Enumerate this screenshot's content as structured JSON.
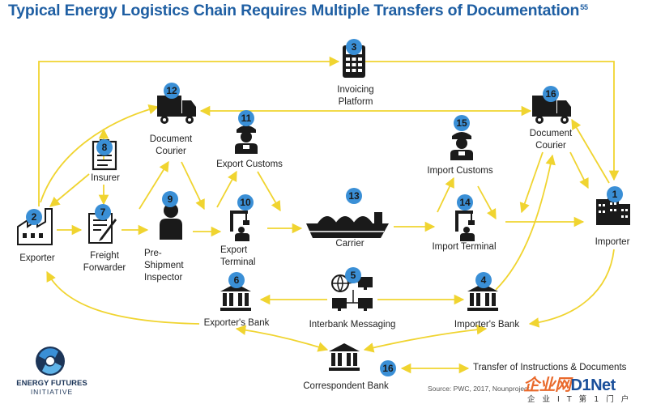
{
  "title": "Typical Energy Logistics Chain Requires Multiple Transfers of Documentation",
  "title_ref": "55",
  "colors": {
    "title": "#1f5fa3",
    "arrow": "#f0d430",
    "badge": "#3a8fd6",
    "icon": "#1a1a1a"
  },
  "nodes": [
    {
      "id": "exporter",
      "num": "2",
      "label": "Exporter",
      "icon": "factory-icon"
    },
    {
      "id": "insurer",
      "num": "8",
      "label": "Insurer",
      "icon": "clipboard-icon"
    },
    {
      "id": "freight",
      "num": "7",
      "label": "Freight Forwarder",
      "icon": "form-pen-icon"
    },
    {
      "id": "inspector",
      "num": "9",
      "label": "Pre-Shipment Inspector",
      "icon": "person-icon"
    },
    {
      "id": "courier-left",
      "num": "12",
      "label": "Document Courier",
      "icon": "truck-icon"
    },
    {
      "id": "export-customs",
      "num": "11",
      "label": "Export Customs",
      "icon": "officer-icon"
    },
    {
      "id": "export-terminal",
      "num": "10",
      "label": "Export Terminal",
      "icon": "crane-worker-icon"
    },
    {
      "id": "invoicing",
      "num": "3",
      "label": "Invoicing Platform",
      "icon": "calculator-icon"
    },
    {
      "id": "carrier",
      "num": "13",
      "label": "Carrier",
      "icon": "lng-ship-icon"
    },
    {
      "id": "interbank",
      "num": "5",
      "label": "Interbank Messaging",
      "icon": "network-icon"
    },
    {
      "id": "exporters-bank",
      "num": "6",
      "label": "Exporter's Bank",
      "icon": "bank-icon"
    },
    {
      "id": "importers-bank",
      "num": "4",
      "label": "Importer's Bank",
      "icon": "bank-icon"
    },
    {
      "id": "import-customs",
      "num": "15",
      "label": "Import Customs",
      "icon": "officer-icon"
    },
    {
      "id": "import-terminal",
      "num": "14",
      "label": "Import Terminal",
      "icon": "crane-worker-icon"
    },
    {
      "id": "courier-right",
      "num": "16",
      "label": "Document Courier",
      "icon": "truck-icon"
    },
    {
      "id": "importer",
      "num": "1",
      "label": "Importer",
      "icon": "buildings-icon"
    },
    {
      "id": "correspondent",
      "num": "16",
      "label": "Correspondent Bank",
      "icon": "bank-icon"
    }
  ],
  "legend": {
    "label": "Transfer of Instructions & Documents"
  },
  "source": "Source: PWC, 2017, Nounproject",
  "logo": {
    "line1": "ENERGY FUTURES",
    "line2": "INITIATIVE"
  },
  "watermark": {
    "main_a": "企业网",
    "main_b": "D1Net",
    "sub": "企 业 I T 第 1 门 户"
  }
}
